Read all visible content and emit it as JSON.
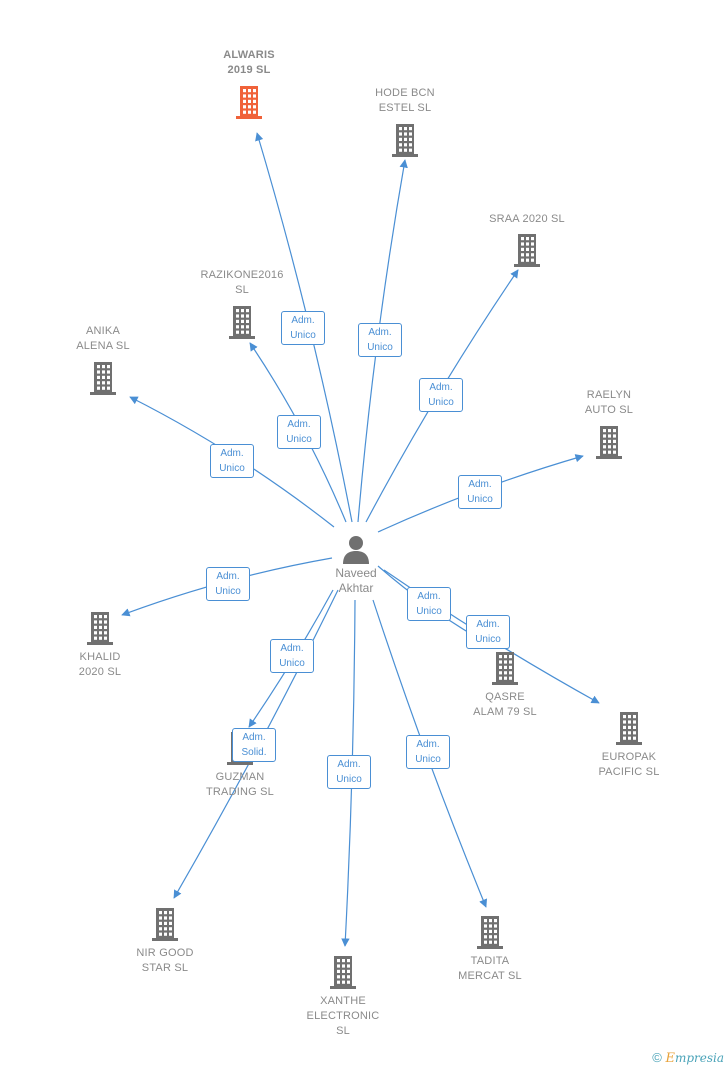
{
  "person": {
    "name": "Naveed\nAkhtar",
    "icon": "person-icon"
  },
  "colors": {
    "edge": "#4a8fd4",
    "building": "#707070",
    "building_highlight": "#f0623a",
    "text": "#8a8a8a"
  },
  "companies": [
    {
      "id": "alwaris",
      "name": "ALWARIS\n2019  SL",
      "highlight": true
    },
    {
      "id": "hode",
      "name": "HODE BCN\nESTEL SL"
    },
    {
      "id": "sraa",
      "name": "SRAA 2020  SL"
    },
    {
      "id": "razikone",
      "name": "RAZIKONE2016\nSL"
    },
    {
      "id": "anika",
      "name": "ANIKA\nALENA SL"
    },
    {
      "id": "raelyn",
      "name": "RAELYN\nAUTO  SL"
    },
    {
      "id": "khalid",
      "name": "KHALID\n2020  SL"
    },
    {
      "id": "qasre",
      "name": "QASRE\nALAM 79  SL"
    },
    {
      "id": "europak",
      "name": "EUROPAK\nPACIFIC  SL"
    },
    {
      "id": "guzman",
      "name": "GUZMAN\nTRADING  SL"
    },
    {
      "id": "nirgood",
      "name": "NIR GOOD\nSTAR  SL"
    },
    {
      "id": "xanthe",
      "name": "XANTHE\nELECTRONIC\nSL"
    },
    {
      "id": "tadita",
      "name": "TADITA\nMERCAT  SL"
    }
  ],
  "relations": [
    {
      "to": "alwaris",
      "label": "Adm.\nUnico"
    },
    {
      "to": "hode",
      "label": "Adm.\nUnico"
    },
    {
      "to": "sraa",
      "label": "Adm.\nUnico"
    },
    {
      "to": "razikone",
      "label": "Adm.\nUnico"
    },
    {
      "to": "anika",
      "label": "Adm.\nUnico"
    },
    {
      "to": "raelyn",
      "label": "Adm.\nUnico"
    },
    {
      "to": "khalid",
      "label": "Adm.\nUnico"
    },
    {
      "to": "qasre",
      "label": "Adm.\nUnico"
    },
    {
      "to": "europak",
      "label": "Adm.\nUnico"
    },
    {
      "to": "guzman",
      "label": "Adm.\nUnico"
    },
    {
      "to": "nirgood",
      "label": "Adm.\nSolid."
    },
    {
      "to": "xanthe",
      "label": "Adm.\nUnico"
    },
    {
      "to": "tadita",
      "label": "Adm.\nUnico"
    }
  ],
  "footer": {
    "copyright": "©",
    "brand_initial": "E",
    "brand_rest": "mpresia"
  }
}
